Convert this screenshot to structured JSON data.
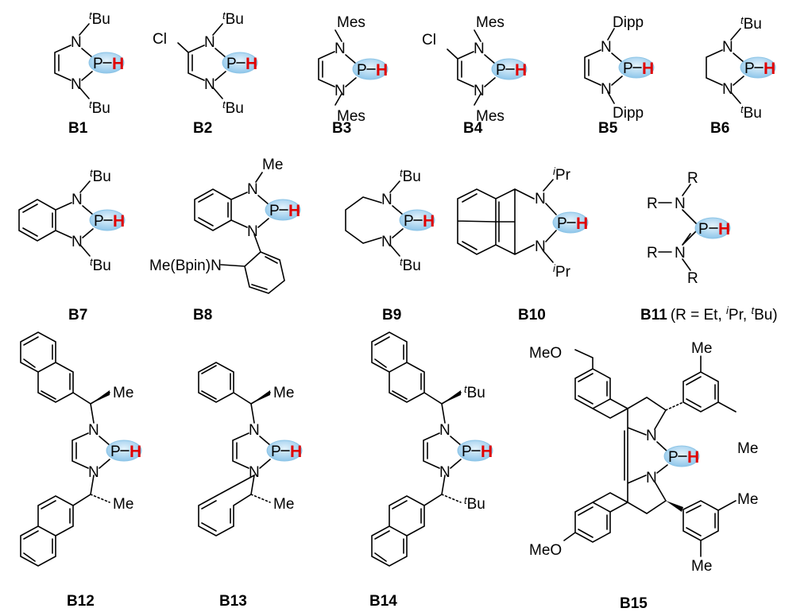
{
  "atoms": {
    "N": "N",
    "P": "P",
    "H": "H",
    "Cl": "Cl",
    "t": "t",
    "i": "i",
    "Bu": "Bu",
    "Pr": "Pr",
    "Mes": "Mes",
    "Dipp": "Dipp",
    "Me": "Me",
    "MeO": "MeO",
    "R": "R",
    "MeBpinN": "Me(Bpin)N"
  },
  "labels": {
    "B1": "B1",
    "B2": "B2",
    "B3": "B3",
    "B4": "B4",
    "B5": "B5",
    "B6": "B6",
    "B7": "B7",
    "B8": "B8",
    "B9": "B9",
    "B10": "B10",
    "B11": "B11",
    "B11_note_a": "(R = Et, ",
    "B11_note_b": "Pr, ",
    "B11_note_c": "Bu)",
    "B12": "B12",
    "B13": "B13",
    "B14": "B14",
    "B15": "B15"
  },
  "colors": {
    "highlight": "#a9d4f0",
    "hydrogen": "#e00000"
  }
}
